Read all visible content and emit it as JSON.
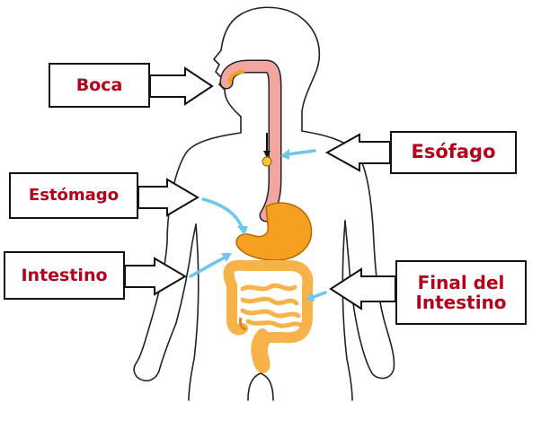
{
  "labels": {
    "boca": "Boca",
    "esofago": "Esófago",
    "estomago": "Estómago",
    "intestino": "Intestino",
    "final_line1": "Final del",
    "final_line2": "Intestino"
  },
  "colors": {
    "label_text": "#b3001b",
    "pointer": "#6ec6ee",
    "esophagus": "#f2a6a0",
    "stomach": "#f5a020",
    "intestine": "#f7b24a",
    "outline": "#111111"
  }
}
